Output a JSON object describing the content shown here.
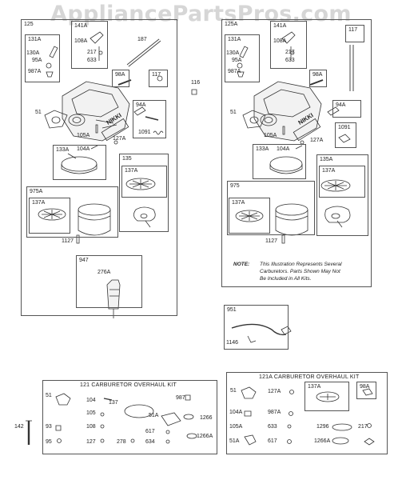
{
  "watermark": "AppliancePartsPros.com",
  "left_assembly": {
    "box_id": "125",
    "subbox_131A": {
      "id": "131A",
      "labels": [
        "130A",
        "95A",
        "987A"
      ]
    },
    "subbox_141A": {
      "id": "141A",
      "labels": [
        "108A",
        "217",
        "633"
      ]
    },
    "label_187": "187",
    "subbox_98A": "98A",
    "subbox_117": "117",
    "label_51": "51",
    "subbox_94A": "94A",
    "label_1091": "1091",
    "label_105A": "105A",
    "label_127A": "127A",
    "nikki": "NIKKI",
    "subbox_133A": {
      "id": "133A",
      "labels": [
        "104A"
      ]
    },
    "subbox_135": {
      "id": "135",
      "labels": [
        "137A"
      ]
    },
    "subbox_975A": {
      "id": "975A",
      "labels": [
        "137A"
      ]
    },
    "label_1127": "1127",
    "subbox_947": {
      "id": "947",
      "labels": [
        "276A"
      ]
    }
  },
  "label_116": "116",
  "right_assembly": {
    "box_id": "125A",
    "subbox_131A": {
      "id": "131A",
      "labels": [
        "130A",
        "95A",
        "987A"
      ]
    },
    "subbox_141A": {
      "id": "141A",
      "labels": [
        "108A",
        "217",
        "633"
      ]
    },
    "subbox_117": "117",
    "subbox_98A": "98A",
    "label_51": "51",
    "subbox_94A": "94A",
    "subbox_1091": "1091",
    "label_105A": "105A",
    "label_127A": "127A",
    "nikki": "NIKKI",
    "subbox_133A": {
      "id": "133A",
      "labels": [
        "104A"
      ]
    },
    "subbox_135A": {
      "id": "135A",
      "labels": [
        "137A"
      ]
    },
    "subbox_975": {
      "id": "975",
      "labels": [
        "137A"
      ]
    },
    "label_1127": "1127",
    "note_label": "NOTE:",
    "note_lines": [
      "This Illustration Represents Several",
      "Carburetors. Parts Shown May Not",
      "Be Included in All Kits."
    ]
  },
  "box_951": {
    "id": "951",
    "label_1146": "1146"
  },
  "label_142": "142",
  "kit_121": {
    "title": "121  CARBURETOR OVERHAUL KIT",
    "labels": [
      "51",
      "104",
      "137",
      "987",
      "105",
      "93",
      "108",
      "51A",
      "1266",
      "617",
      "95",
      "127",
      "278",
      "634",
      "1266A"
    ]
  },
  "kit_121A": {
    "title": "121A CARBURETOR OVERHAUL KIT",
    "labels": [
      "51",
      "127A",
      "137A",
      "98A",
      "104A",
      "987A",
      "105A",
      "633",
      "1296",
      "217",
      "51A",
      "617",
      "1266A"
    ]
  }
}
